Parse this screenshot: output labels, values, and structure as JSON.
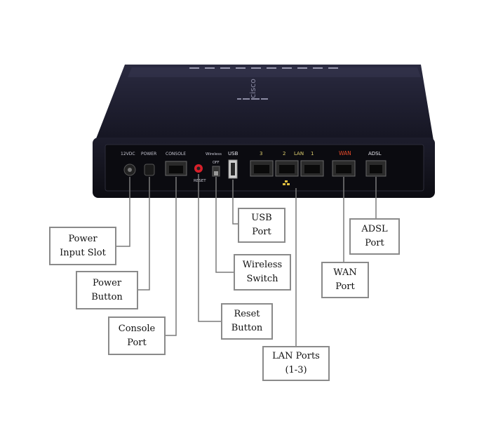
{
  "device": {
    "brand": "cisco",
    "port_labels": {
      "power_input": "12VDC",
      "power": "POWER",
      "console": "CONSOLE",
      "wireless": "Wireless",
      "wireless_off": "OFF",
      "usb": "USB",
      "reset": "RESET",
      "lan": "LAN",
      "lan3": "3",
      "lan2": "2",
      "lan1": "1",
      "wan": "WAN",
      "adsl": "ADSL"
    }
  },
  "callouts": {
    "power_input": [
      "Power",
      "Input Slot"
    ],
    "power_button": [
      "Power",
      "Button"
    ],
    "console_port": [
      "Console",
      "Port"
    ],
    "reset_button": [
      "Reset",
      "Button"
    ],
    "wireless_switch": [
      "Wireless",
      "Switch"
    ],
    "usb_port": [
      "USB",
      "Port"
    ],
    "lan_ports": [
      "LAN Ports",
      "(1-3)"
    ],
    "wan_port": [
      "WAN",
      "Port"
    ],
    "adsl_port": [
      "ADSL",
      "Port"
    ]
  },
  "colors": {
    "chassis": "#1c1c2e",
    "panel": "#0e0e14",
    "wan_accent": "#e84a2a",
    "reset_red": "#d8202a",
    "leader": "#7a7a7a",
    "box_border": "#8a8a8a"
  }
}
